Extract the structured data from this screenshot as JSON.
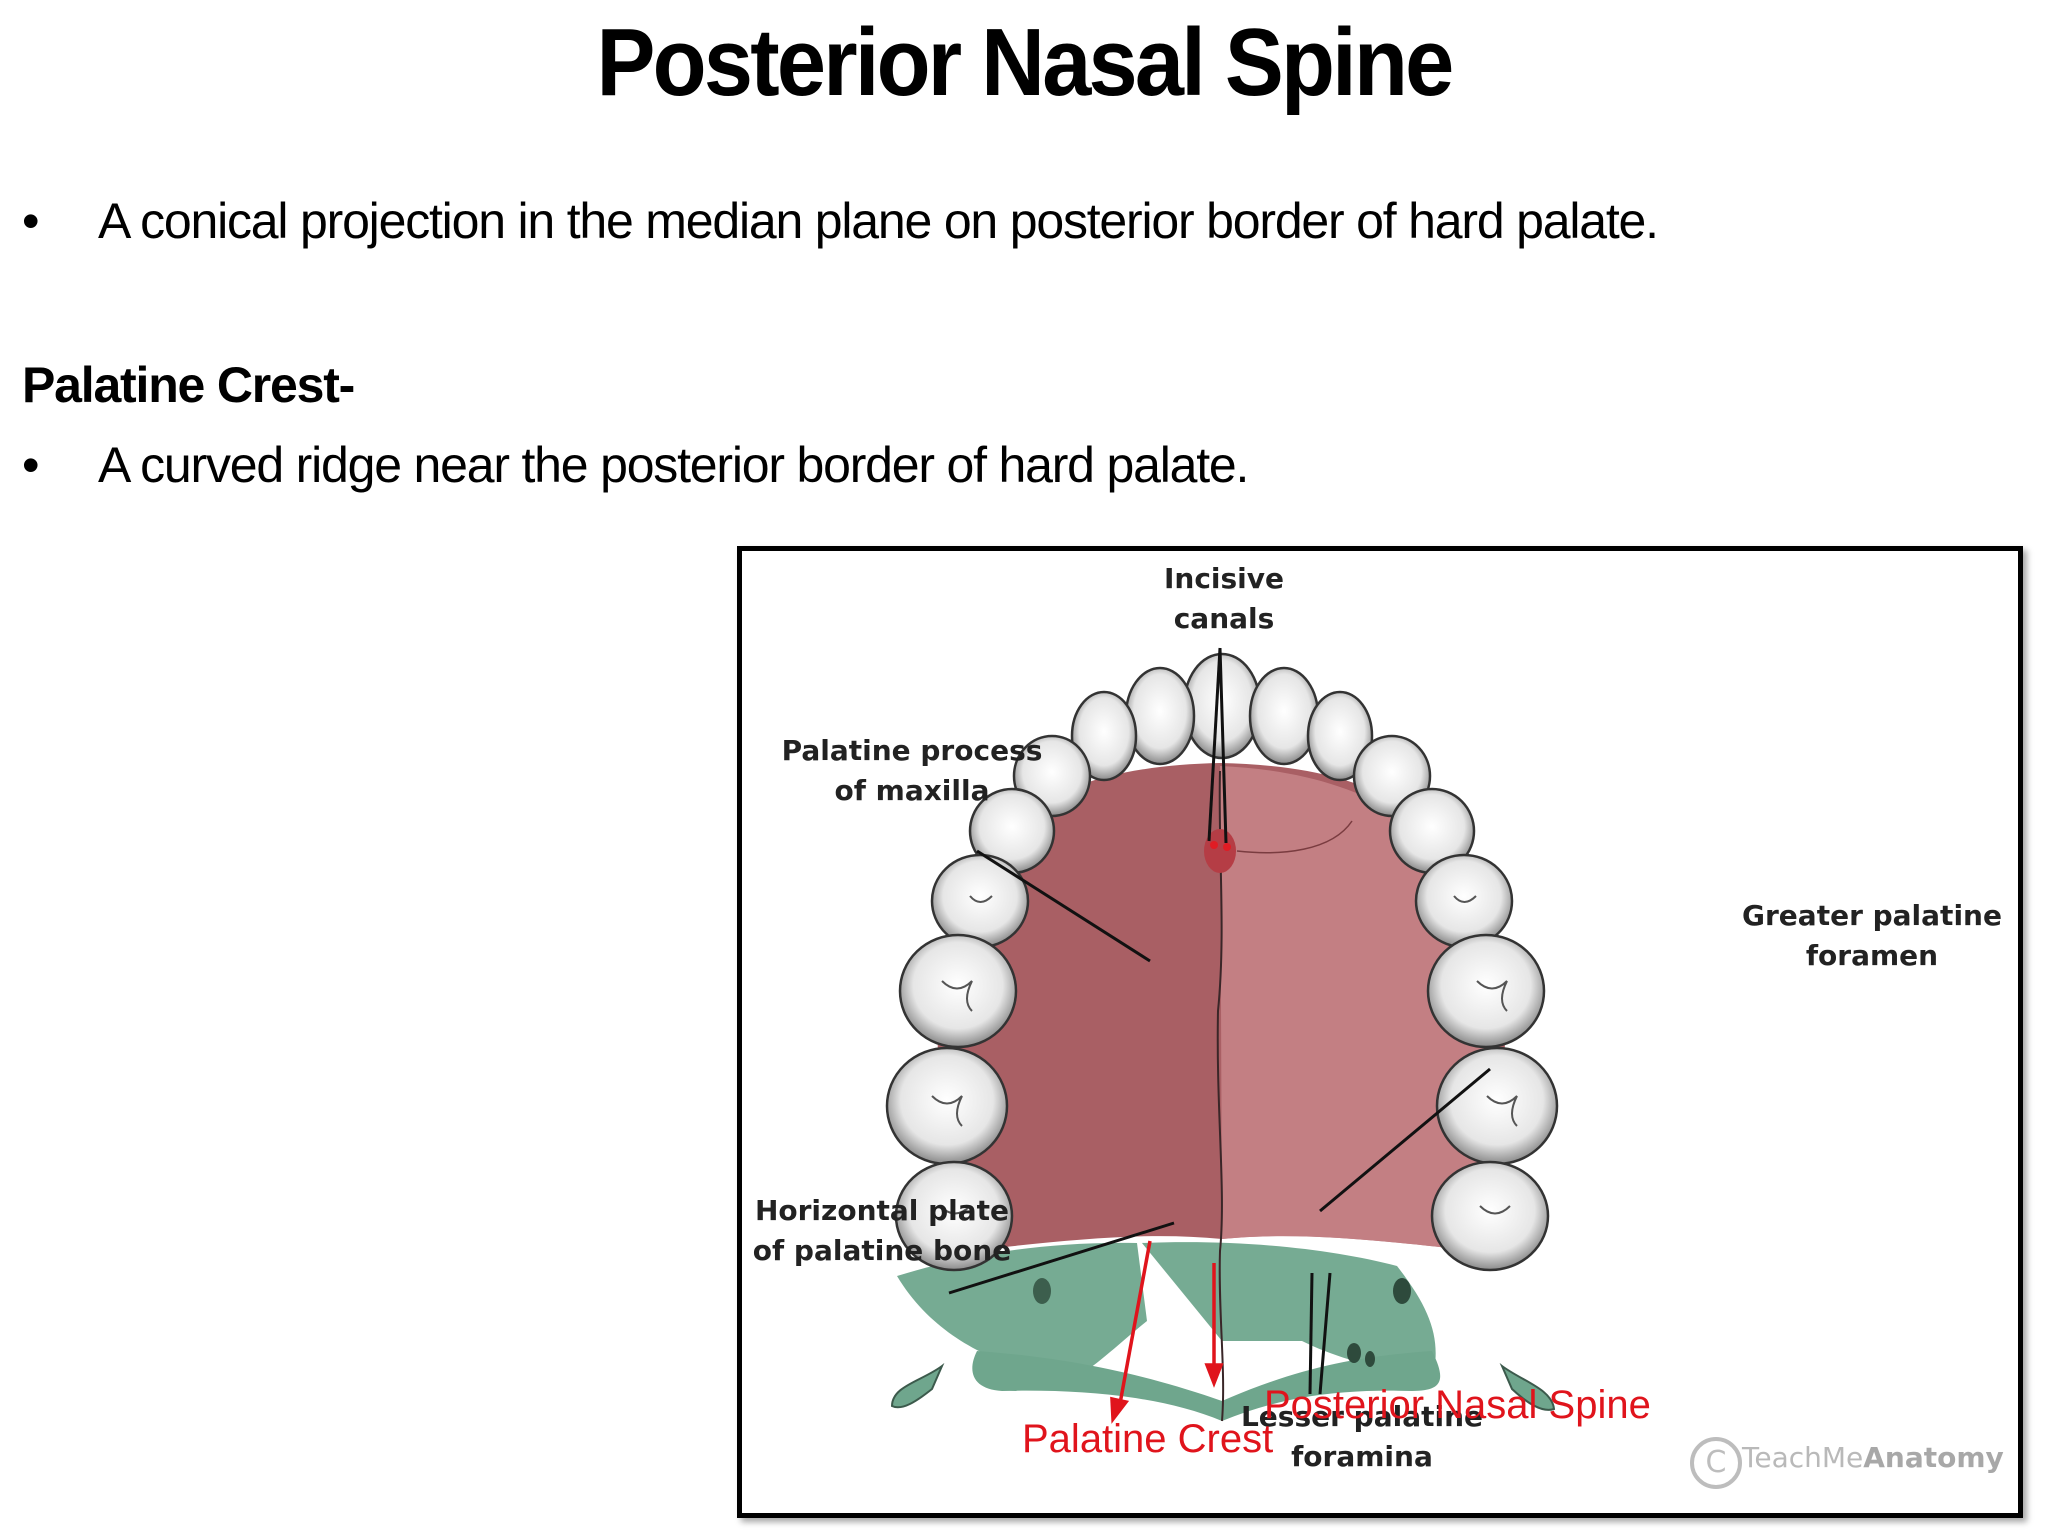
{
  "slide": {
    "title": "Posterior Nasal Spine",
    "bullet_char": "•",
    "bullet1": "A conical projection in the median plane on posterior border of hard palate.",
    "heading2": "Palatine Crest-",
    "bullet2": "A curved ridge near the posterior border of hard palate."
  },
  "figure": {
    "labels": {
      "incisive_canals_1": "Incisive",
      "incisive_canals_2": "canals",
      "palatine_process_1": "Palatine process",
      "palatine_process_2": "of maxilla",
      "greater_palatine_1": "Greater palatine",
      "greater_palatine_2": "foramen",
      "horizontal_plate_1": "Horizontal plate",
      "horizontal_plate_2": "of palatine bone",
      "lesser_palatine_1": "Lesser palatine",
      "lesser_palatine_2": "foramina",
      "posterior_nasal_spine": "Posterior Nasal Spine",
      "palatine_crest": "Palatine Crest"
    },
    "credit_a": "TeachMe",
    "credit_b": "Anatomy",
    "credit_icon": "C",
    "colors": {
      "maxilla": "#a95f64",
      "palatine_bone": "#6fa68d",
      "annotation_red": "#e0141c",
      "border": "#000000"
    }
  }
}
